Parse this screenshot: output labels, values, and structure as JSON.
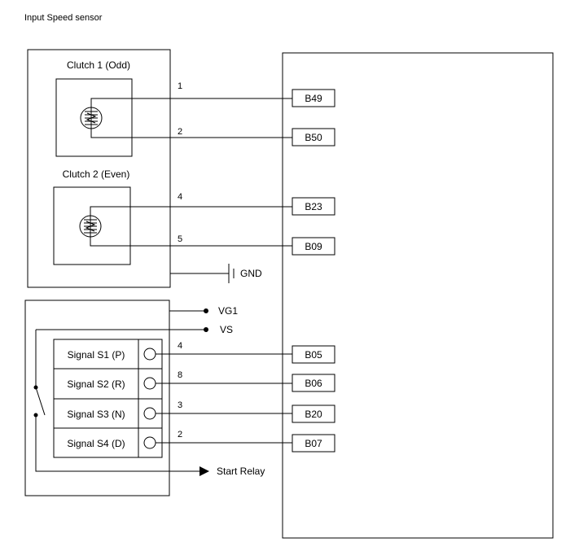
{
  "title": "Input Speed sensor",
  "clutches": [
    {
      "label": "Clutch 1 (Odd)",
      "pins": [
        {
          "pin": "1",
          "connector": "B49"
        },
        {
          "pin": "2",
          "connector": "B50"
        }
      ]
    },
    {
      "label": "Clutch 2 (Even)",
      "pins": [
        {
          "pin": "4",
          "connector": "B23"
        },
        {
          "pin": "5",
          "connector": "B09"
        }
      ]
    }
  ],
  "ground_label": "GND",
  "supply": {
    "vg1": "VG1",
    "vs": "VS"
  },
  "signals": [
    {
      "label": "Signal S1 (P)",
      "pin": "4",
      "connector": "B05"
    },
    {
      "label": "Signal S2 (R)",
      "pin": "8",
      "connector": "B06"
    },
    {
      "label": "Signal S3 (N)",
      "pin": "3",
      "connector": "B20"
    },
    {
      "label": "Signal S4 (D)",
      "pin": "2",
      "connector": "B07"
    }
  ],
  "start_relay_label": "Start Relay"
}
